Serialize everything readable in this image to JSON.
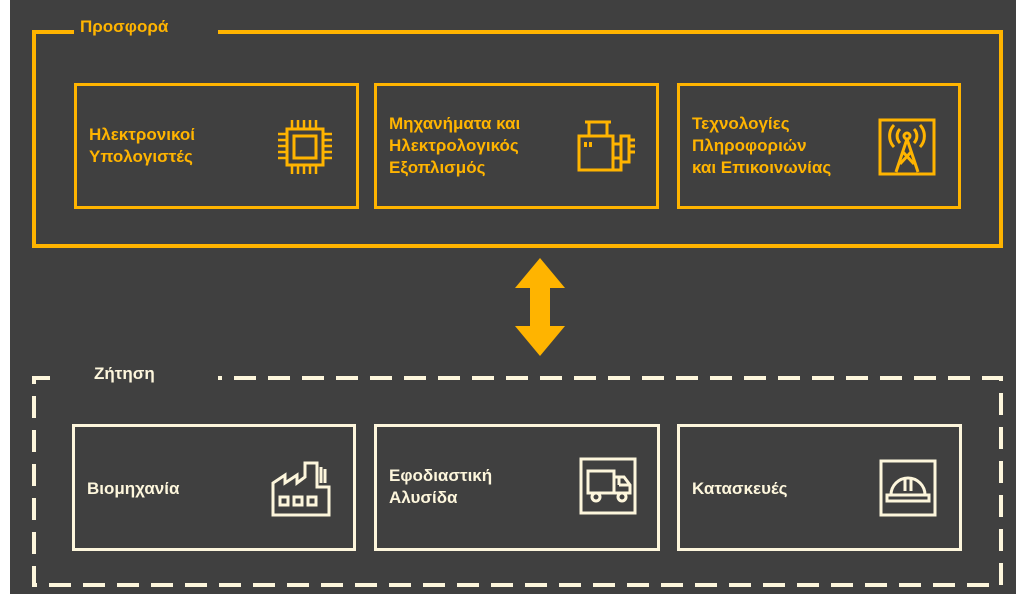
{
  "colors": {
    "background": "#404040",
    "supply": "#ffb400",
    "demand": "#fdf6dc"
  },
  "supply": {
    "title": "Προσφορά",
    "items": [
      {
        "label": "Ηλεκτρονικοί\nΥπολογιστές",
        "icon": "cpu-chip-icon"
      },
      {
        "label": "Μηχανήματα και\nΗλεκτρολογικός\nΕξοπλισμός",
        "icon": "machinery-icon"
      },
      {
        "label": "Τεχνολογίες\nΠληροφοριών\nκαι Επικοινωνίας",
        "icon": "antenna-tower-icon"
      }
    ]
  },
  "demand": {
    "title": "Ζήτηση",
    "items": [
      {
        "label": "Βιομηχανία",
        "icon": "factory-icon"
      },
      {
        "label": "Εφοδιαστική\nΑλυσίδα",
        "icon": "delivery-truck-icon"
      },
      {
        "label": "Κατασκευές",
        "icon": "hard-hat-icon"
      }
    ]
  }
}
